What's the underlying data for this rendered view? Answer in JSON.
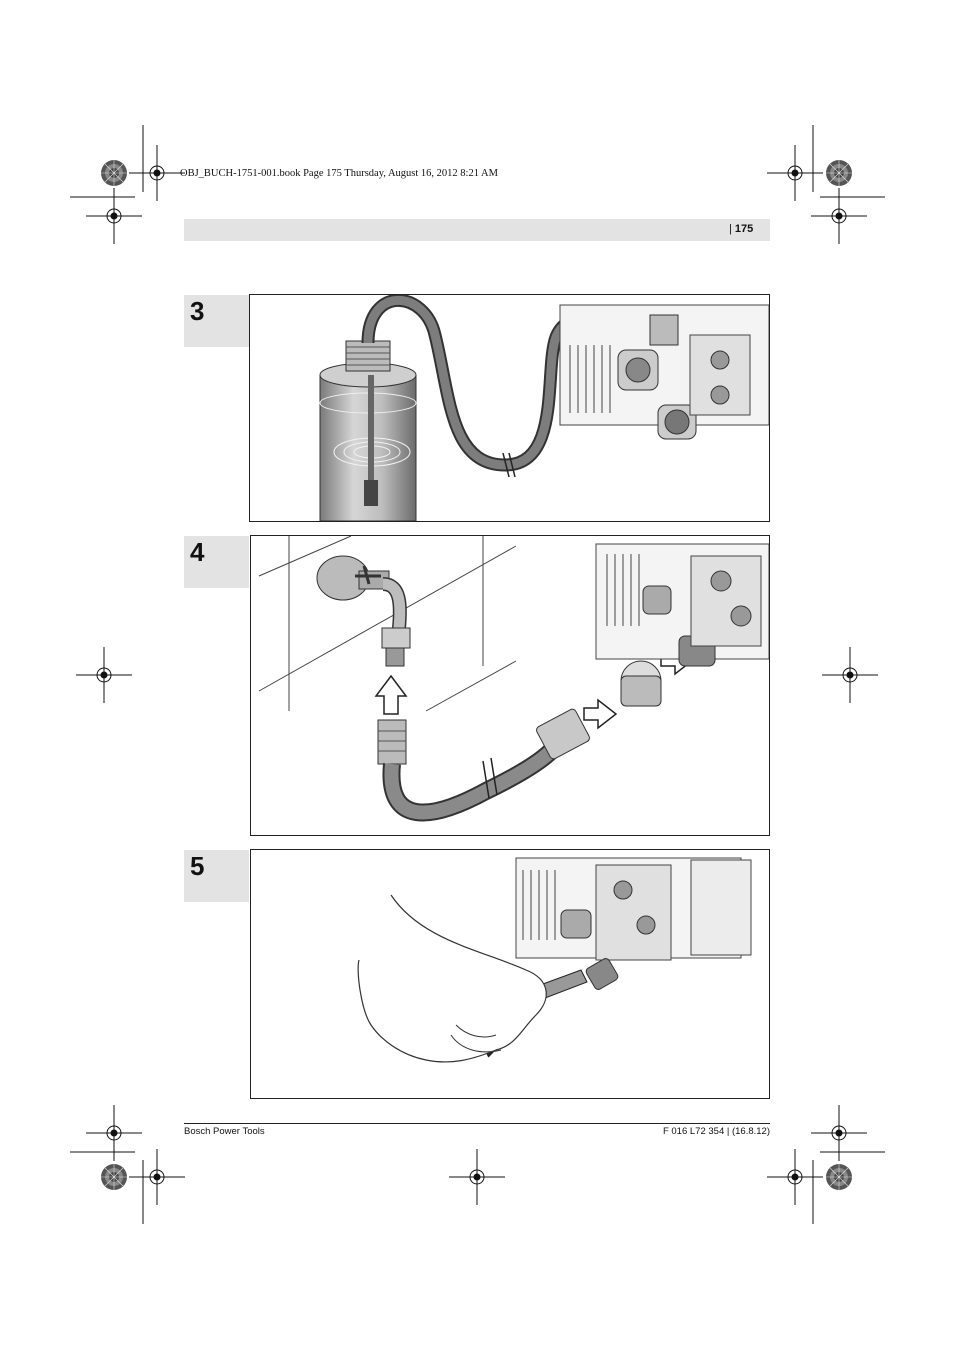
{
  "print_info": "OBJ_BUCH-1751-001.book  Page 175  Thursday, August 16, 2012  8:21 AM",
  "header": {
    "page_number": "175"
  },
  "figures": [
    {
      "step": "3"
    },
    {
      "step": "4"
    },
    {
      "step": "5"
    }
  ],
  "footer": {
    "brand": "Bosch Power Tools",
    "doc_code": "F 016 L72 354 | (16.8.12)"
  }
}
